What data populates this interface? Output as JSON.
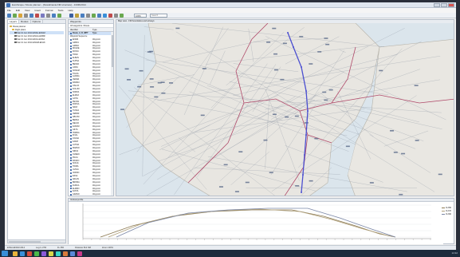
{
  "window": {
    "title": "EuroScope / Route planner - [Scandinavia FIR structure] - 13/06/2014"
  },
  "menu": [
    "File",
    "Edit",
    "View",
    "Insert",
    "Format",
    "Tools",
    "Help"
  ],
  "toolbar": {
    "zoom_label": "100%",
    "search_placeholder": "Search"
  },
  "left_panel": {
    "tabs": [
      "Layers",
      "Routes",
      "Options"
    ],
    "active_tab": "Layers",
    "tree": [
      {
        "label": "Route planner",
        "type": "folder",
        "indent": 0
      },
      {
        "label": "Flight plans",
        "type": "folder",
        "indent": 1
      },
      {
        "label": "Sat 13 Jun 2014 ESSA-ENGM",
        "type": "item",
        "indent": 2,
        "selected": true
      },
      {
        "label": "Sat 13 Jun 2014 ESGG-ENBR",
        "type": "item",
        "indent": 2
      },
      {
        "label": "Sat 13 Jun 2014 EKCH-ESSA",
        "type": "item",
        "indent": 2
      },
      {
        "label": "Sat 13 Jun 2014 ENGM-EFHK",
        "type": "item",
        "indent": 2
      }
    ]
  },
  "list_panel": {
    "title": "Waypoints",
    "subtitle": "All waypoints / Route",
    "columns": [
      "Identifier",
      "Type"
    ],
    "group_row": "Route_A_B_WPT",
    "rows": [
      "Waypoint Sequence",
      "ENGM",
      "GM301",
      "GM302",
      "MOLDE",
      "ROVNI",
      "TIRAV",
      "ELBAN",
      "KUPSA",
      "BEKRA",
      "LIRKU",
      "NOSAM",
      "TOLPA",
      "GUNDA",
      "VEDAR",
      "RAMNU",
      "OSLOX",
      "KOLUM",
      "NORVA",
      "ELMAX",
      "GOTLI",
      "PEXAN",
      "ROKSA",
      "SIRVI",
      "TUNKA",
      "VEBOR",
      "ABLOM",
      "BERKA",
      "DELSO",
      "FANOM",
      "GILTA",
      "HORNA",
      "IKVAL",
      "JOLMA",
      "KARVI",
      "LUTMA",
      "MARSO",
      "NIRVA",
      "OLMEN",
      "PILKA",
      "RASKO",
      "SOLVA",
      "TIDMA",
      "ULSVA",
      "VARNO",
      "ESSA",
      "ARLAN",
      "BROMA",
      "DUNKA",
      "ELMRO",
      "FASTA",
      "GRANO",
      "HAMRA",
      "ISVAL",
      "JUNKA",
      "ESSA2"
    ],
    "row_type": "Waypoint"
  },
  "map_panel": {
    "title": "Map view - FIR boundaries and airways",
    "route_color": "#4b4fd0",
    "boundary_color": "#b04a6a"
  },
  "profile_panel": {
    "title": "Vertical profile",
    "legend": [
      "FL350",
      "FL370",
      "FL390"
    ],
    "legend_colors": [
      "#8c7a52",
      "#b0a07a",
      "#7a86a6"
    ]
  },
  "statusbar": [
    "ESSA-ENGM 2014",
    "Leg 1 of 56",
    "FL 350",
    "Distance 812 NM",
    "Zoom 100%"
  ],
  "taskbar": {
    "clock": "14:32"
  }
}
